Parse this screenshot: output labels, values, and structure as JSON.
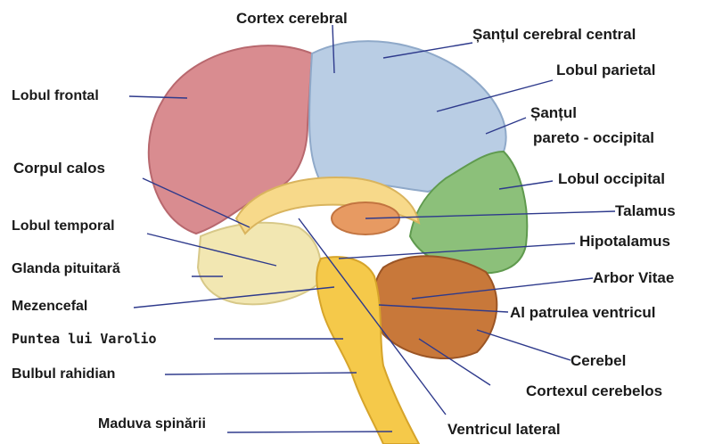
{
  "labels": {
    "cortex_cerebral": "Cortex cerebral",
    "santul_cerebral_central": "Șanțul cerebral central",
    "lobul_frontal": "Lobul frontal",
    "lobul_parietal": "Lobul parietal",
    "santul_line1": "Șanțul",
    "santul_line2": "pareto - occipital",
    "corpul_calos": "Corpul calos",
    "lobul_occipital": "Lobul occipital",
    "lobul_temporal": "Lobul temporal",
    "talamus": "Talamus",
    "glanda_pituitara": "Glanda pituitară",
    "hipotalamus": "Hipotalamus",
    "mezencefal": "Mezencefal",
    "arbor_vitae": "Arbor Vitae",
    "al_patrulea_ventricul": "Al patrulea ventricul",
    "puntea_lui_varolio": "Puntea lui Varolio",
    "bulbul_rahidian": "Bulbul rahidian",
    "cerebel": "Cerebel",
    "cortexul_cerebelos": "Cortexul  cerebelos",
    "maduva_spinarii": "Maduva spinării",
    "ventricul_lateral": "Ventricul lateral"
  },
  "colors": {
    "frontal_lobe": "#d98c90",
    "parietal_lobe": "#b9cde4",
    "occipital_lobe": "#8cc07a",
    "temporal_lobe": "#f2e7b2",
    "brainstem": "#f5c94a",
    "cerebellum": "#c8783a",
    "thalamus": "#e79a62",
    "leader_line": "#2e3a8c"
  }
}
